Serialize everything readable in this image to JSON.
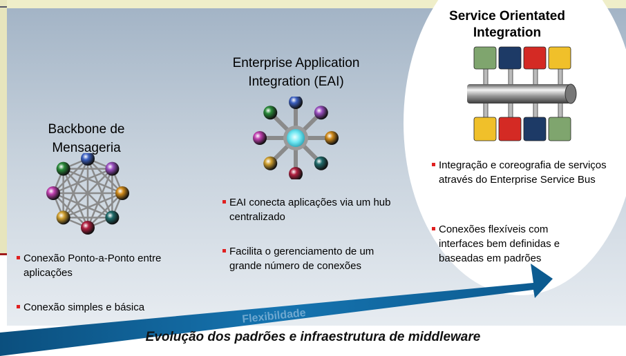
{
  "backbone": {
    "title_line1": "Backbone de",
    "title_line2": "Mensageria",
    "bullets": [
      "Conexão Ponto-a-Ponto entre aplicações",
      "Conexão simples e básica"
    ]
  },
  "eai": {
    "title_line1": "Enterprise Application",
    "title_line2": "Integration (EAI)",
    "bullets": [
      "EAI conecta aplicações via um hub centralizado",
      "Facilita o gerenciamento de um grande número de conexões"
    ]
  },
  "soi": {
    "title_line1": "Service Orientated",
    "title_line2": "Integration",
    "bullets": [
      "Integração e coreografia de serviços através do Enterprise Service Bus",
      "Conexões flexíveis com interfaces bem definidas e baseadas em padrões"
    ]
  },
  "arrow_label": "Flexibildade",
  "footer": "Evolução dos padrões e infraestrutura de middleware",
  "colors": {
    "arrow": "#0e5c8e",
    "bullet": "#e02020",
    "node_colors": [
      "#3b5fc0",
      "#9a4fc0",
      "#d08a1a",
      "#1f6a6a",
      "#b02040",
      "#d0a030",
      "#c040b0",
      "#2a8a3a"
    ]
  }
}
